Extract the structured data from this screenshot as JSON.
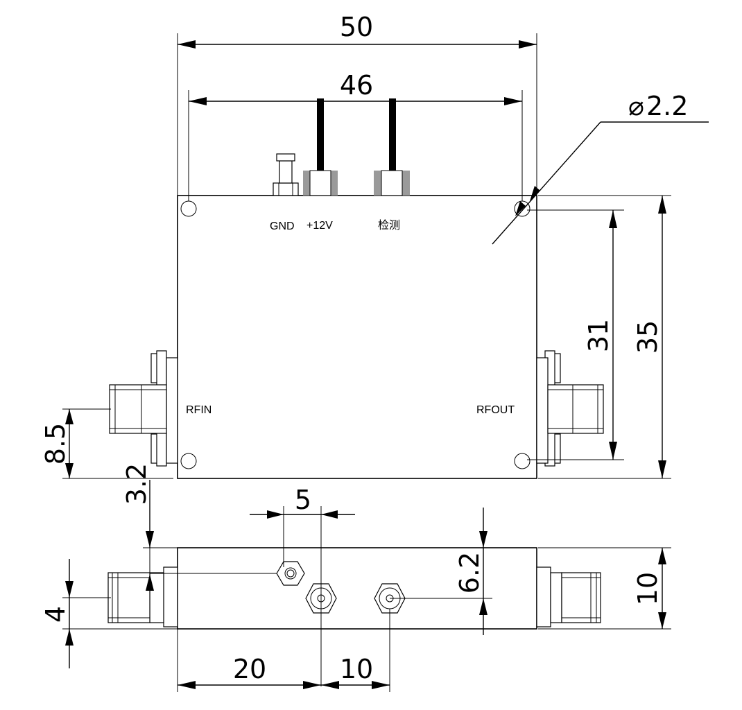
{
  "dimensions": {
    "overall_width": "50",
    "hole_spacing": "46",
    "hole_diameter": "2.2",
    "hole_diameter_symbol": "⌀",
    "hole_pitch_vertical": "31",
    "overall_height": "35",
    "rf_center_offset": "8.5",
    "rf_side_offset": "3.2",
    "connector_spacing_top": "5",
    "side_height": "10",
    "connector_height_offset": "6.2",
    "rf_side_height": "4",
    "connector_position": "20",
    "connector_spacing_bottom": "10"
  },
  "labels": {
    "gnd": "GND",
    "power": "+12V",
    "detect": "检测",
    "rf_in": "RFIN",
    "rf_out": "RFOUT"
  }
}
